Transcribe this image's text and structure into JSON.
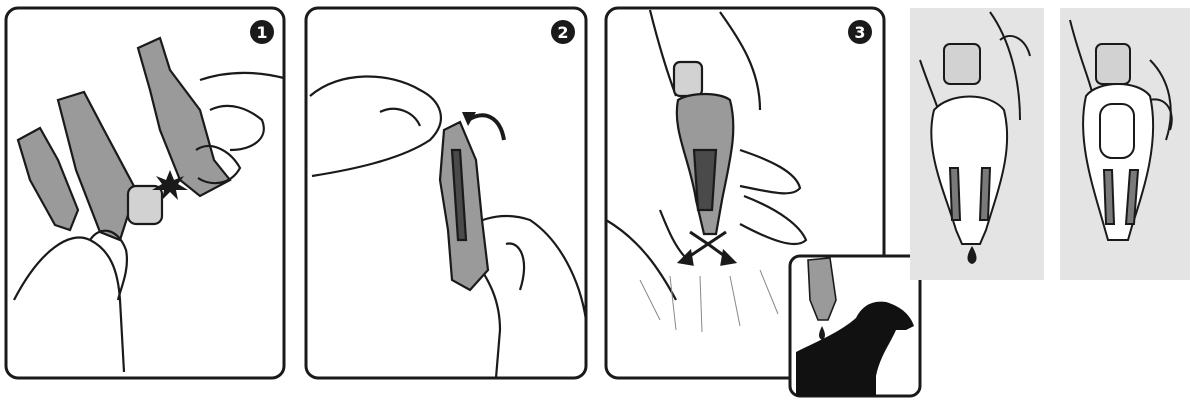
{
  "steps": [
    {
      "number": "1"
    },
    {
      "number": "2"
    },
    {
      "number": "3"
    }
  ],
  "colors": {
    "ink": "#1a1a1a",
    "pipette_fill": "#9a9a9a",
    "pipette_light": "#d2d2d2",
    "gray_panel": "#e4e4e4",
    "dog": "#111111"
  },
  "icons": [
    "pipette-icon",
    "hand-icon",
    "starburst-icon",
    "curved-arrow-icon",
    "spread-arrows-icon",
    "drop-icon",
    "dog-silhouette-icon"
  ]
}
